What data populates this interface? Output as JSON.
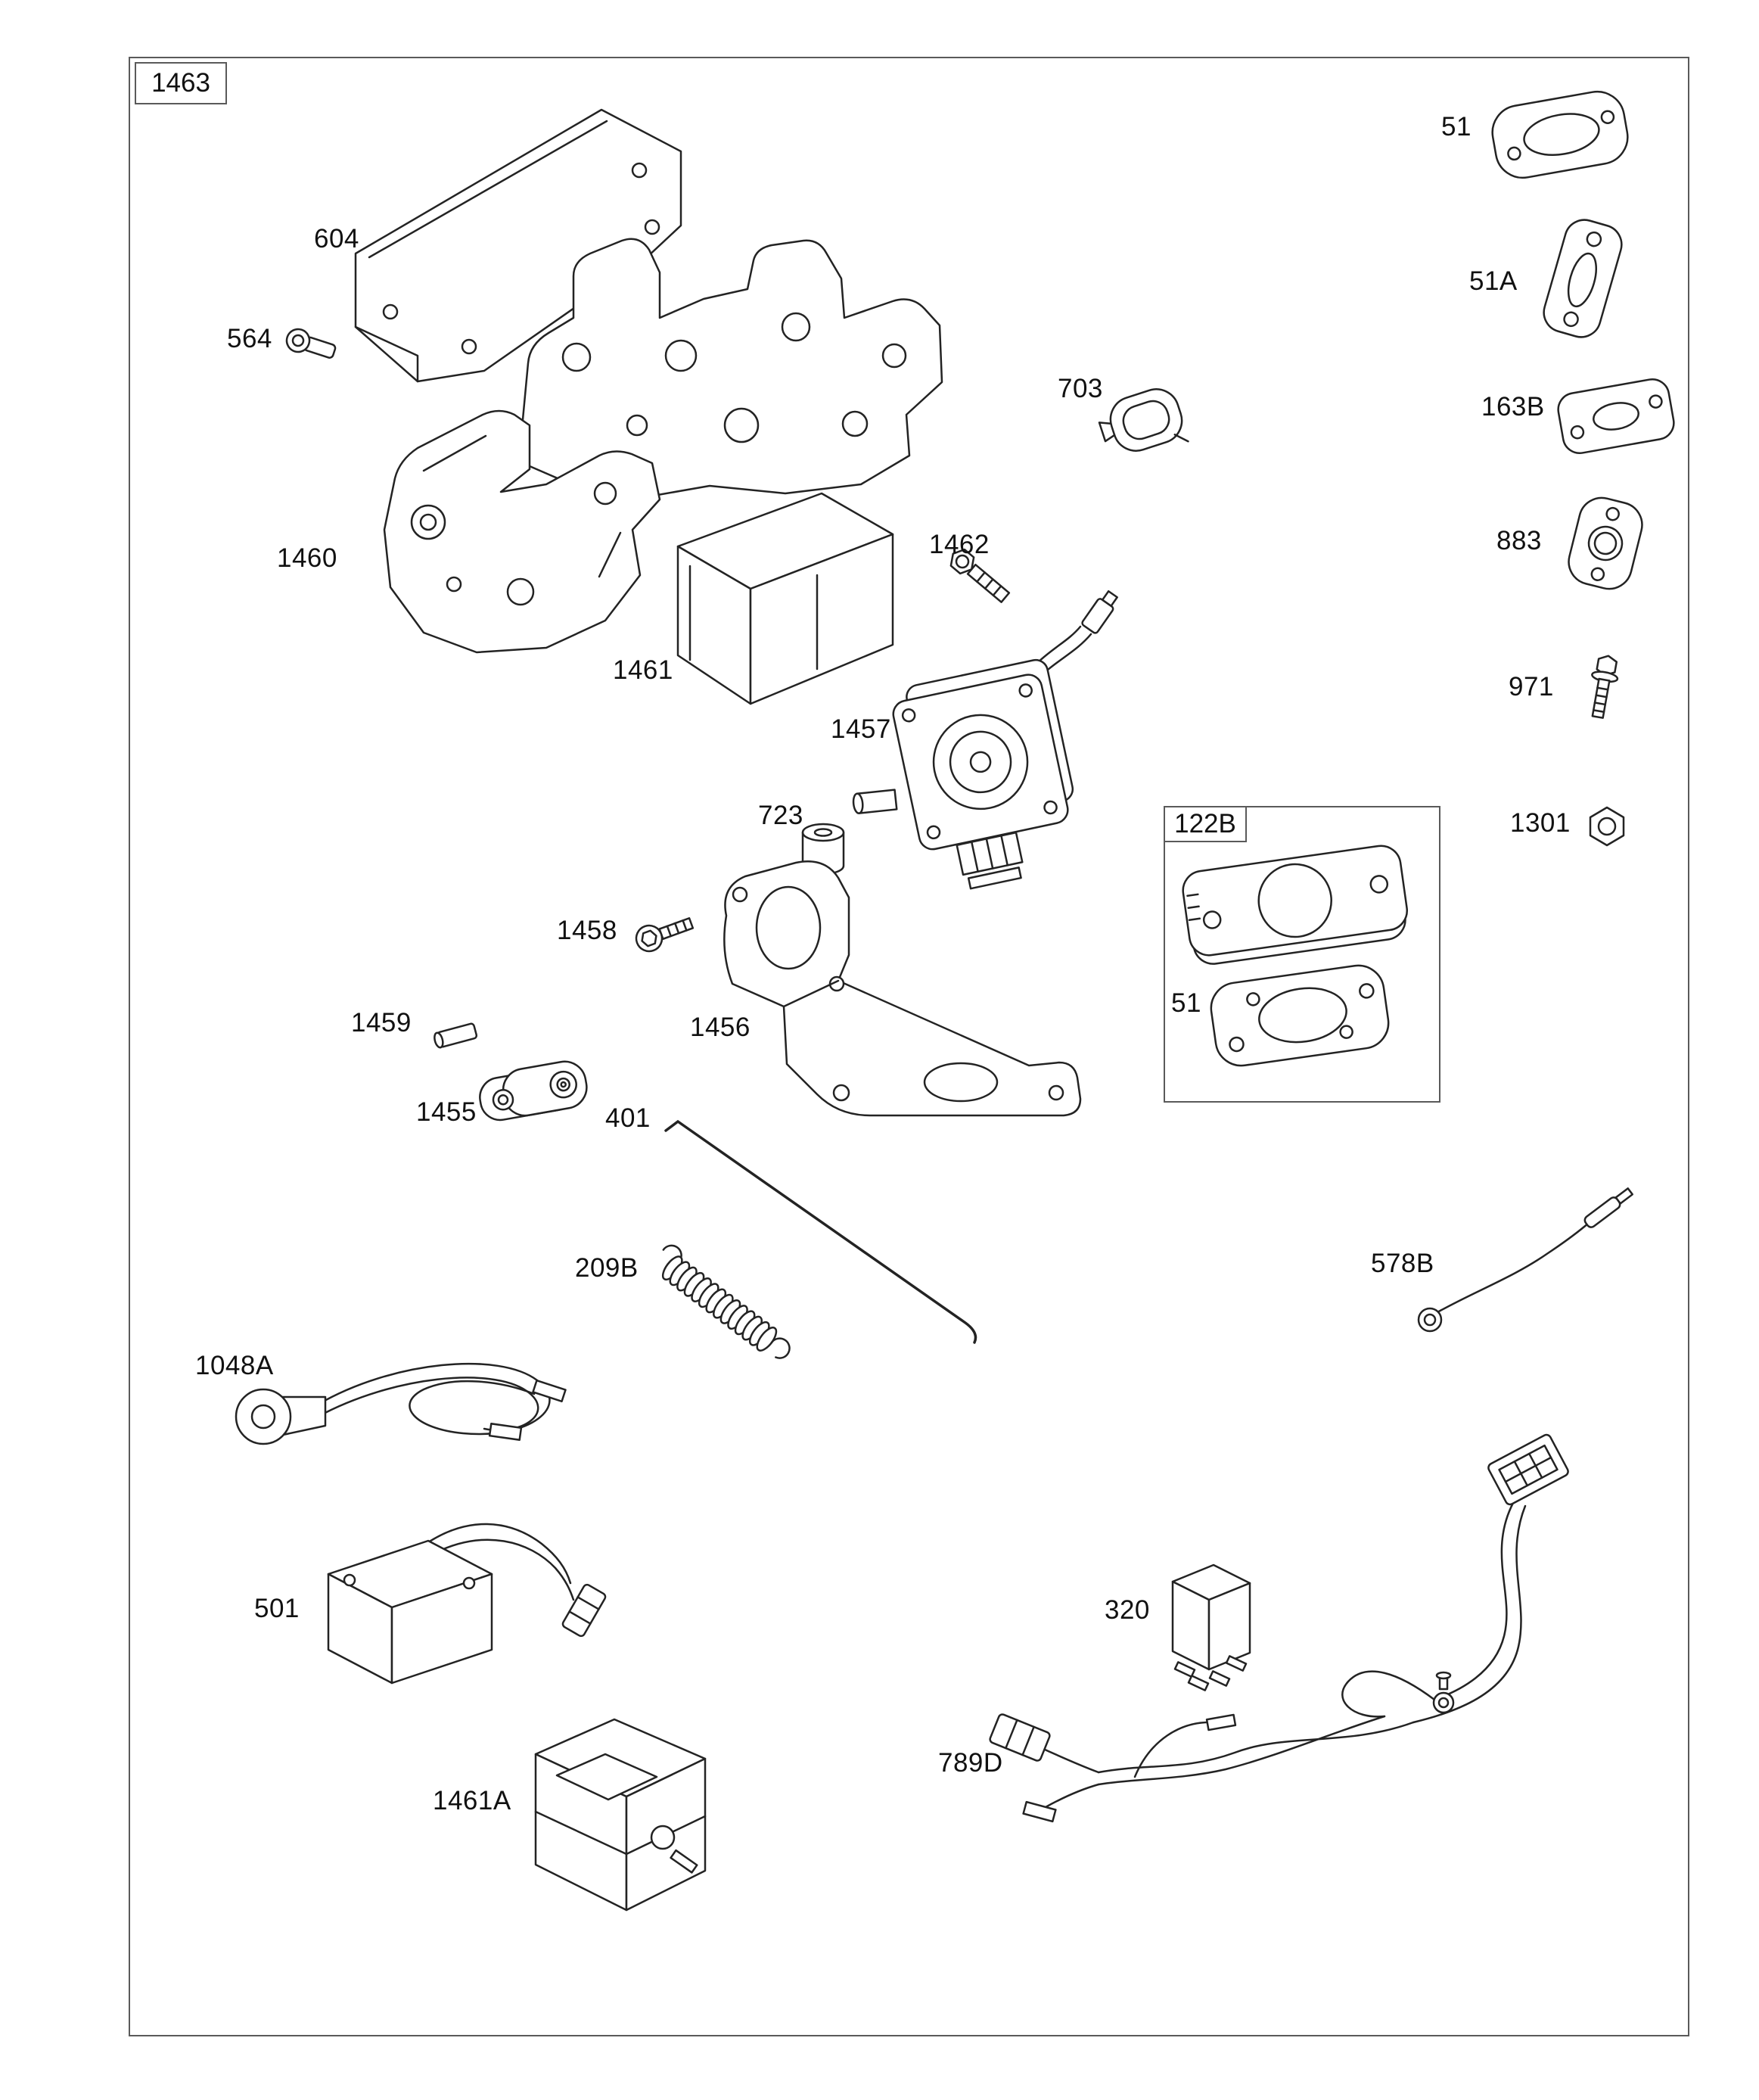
{
  "frame": {
    "label": "1463"
  },
  "inset": {
    "label": "122B",
    "gasket_label": "51"
  },
  "labels": {
    "p51": "51",
    "p51A": "51A",
    "p163B": "163B",
    "p883": "883",
    "p971": "971",
    "p1301": "1301",
    "p604": "604",
    "p564": "564",
    "p703": "703",
    "p1460": "1460",
    "p1462": "1462",
    "p1461": "1461",
    "p1457": "1457",
    "p723": "723",
    "p1458": "1458",
    "p1459": "1459",
    "p1456": "1456",
    "p1455": "1455",
    "p401": "401",
    "p209B": "209B",
    "p578B": "578B",
    "p1048A": "1048A",
    "p501": "501",
    "p320": "320",
    "p1461A": "1461A",
    "p789D": "789D"
  },
  "colors": {
    "line": "#232323",
    "frame": "#5a5a5a",
    "background": "#ffffff"
  }
}
